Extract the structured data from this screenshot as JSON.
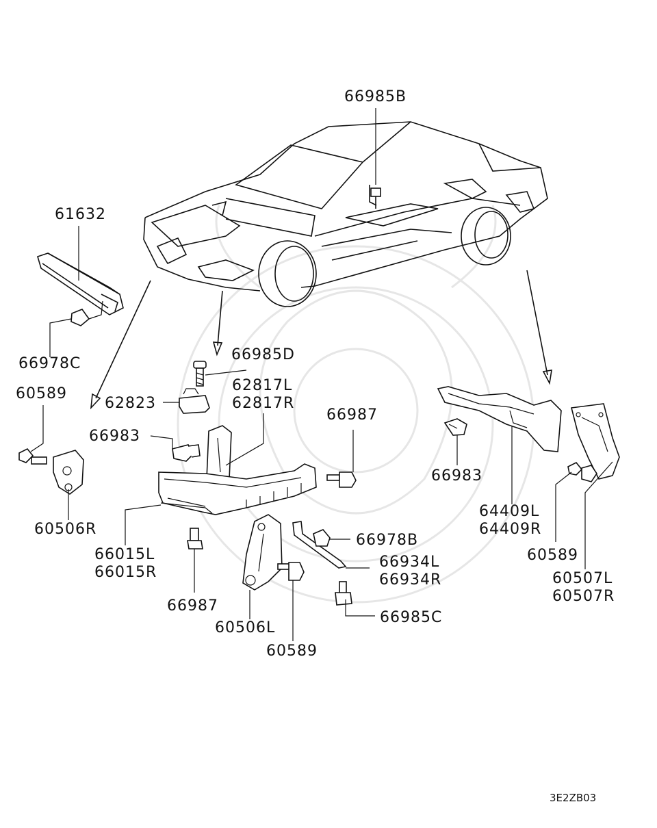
{
  "diagram": {
    "reference_code": "3E2ZB03",
    "labels": {
      "p66985B": "66985B",
      "p61632": "61632",
      "p66978C": "66978C",
      "p60589_left": "60589",
      "p60506R": "60506R",
      "p66985D": "66985D",
      "p62817L": "62817L",
      "p62817R": "62817R",
      "p62823": "62823",
      "p66983_mid": "66983",
      "p66987_right": "66987",
      "p66015L": "66015L",
      "p66015R": "66015R",
      "p66987_low": "66987",
      "p66978B": "66978B",
      "p66934L": "66934L",
      "p66934R": "66934R",
      "p66985C": "66985C",
      "p60506L": "60506L",
      "p60589_mid": "60589",
      "p66983_right": "66983",
      "p64409L": "64409L",
      "p64409R": "64409R",
      "p60589_right": "60589",
      "p60507L": "60507L",
      "p60507R": "60507R"
    }
  }
}
